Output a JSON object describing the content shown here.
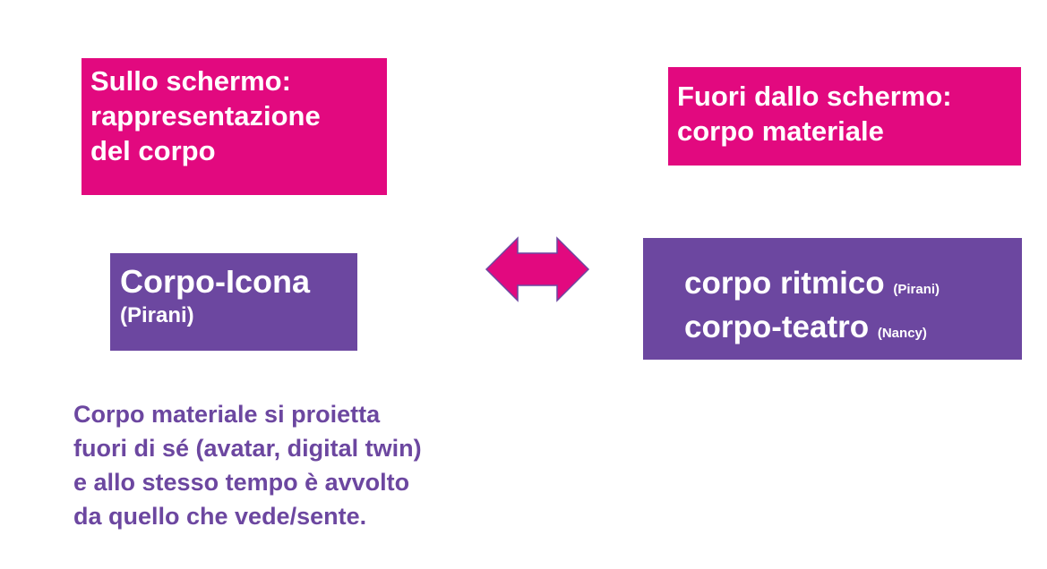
{
  "onscreen_box": {
    "lines": [
      "Sullo schermo:",
      "rappresentazione",
      "del corpo"
    ]
  },
  "offscreen_box": {
    "lines": [
      "Fuori dallo schermo:",
      "corpo materiale"
    ]
  },
  "icona_box": {
    "title": "Corpo-Icona",
    "citation": "(Pirani)"
  },
  "ritmico_box": {
    "line1": {
      "term": "corpo ritmico",
      "citation": "(Pirani)"
    },
    "line2": {
      "term": "corpo-teatro",
      "citation": "(Nancy)"
    }
  },
  "caption": {
    "lines": [
      "Corpo materiale si proietta",
      "fuori di sé (avatar, digital twin)",
      "e allo stesso tempo è avvolto",
      "da quello che vede/sente."
    ]
  },
  "colors": {
    "pink": "#e2097f",
    "purple": "#6c47a0",
    "arrow_outline": "#6c47a0"
  },
  "icons": {
    "arrow": "double-headed-arrow-icon"
  }
}
